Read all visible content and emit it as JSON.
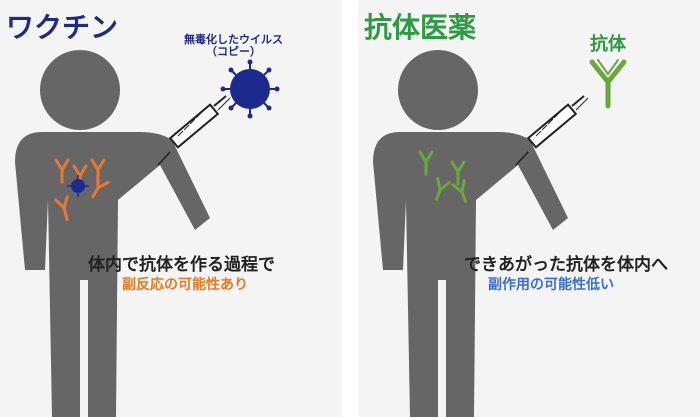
{
  "left": {
    "title": "ワクチン",
    "virus_label": "無毒化したウイルス",
    "virus_sublabel": "（コピー）",
    "caption_main": "体内で抗体を作る過程で",
    "caption_sub": "副反応の可能性あり"
  },
  "right": {
    "title": "抗体医薬",
    "antibody_label": "抗体",
    "caption_main": "できあがった抗体を体内へ",
    "caption_sub": "副作用の可能性低い"
  },
  "colors": {
    "vaccine_title": "#1e2a8a",
    "antibody_title": "#2e9a44",
    "virus": "#1b2a8c",
    "antibody_orange": "#e87a30",
    "antibody_green": "#6aa83a",
    "caption_orange": "#e87a1e",
    "caption_blue": "#3a6fcf",
    "figure_gray": "#666666",
    "panel_bg": "#f4f4f4"
  }
}
